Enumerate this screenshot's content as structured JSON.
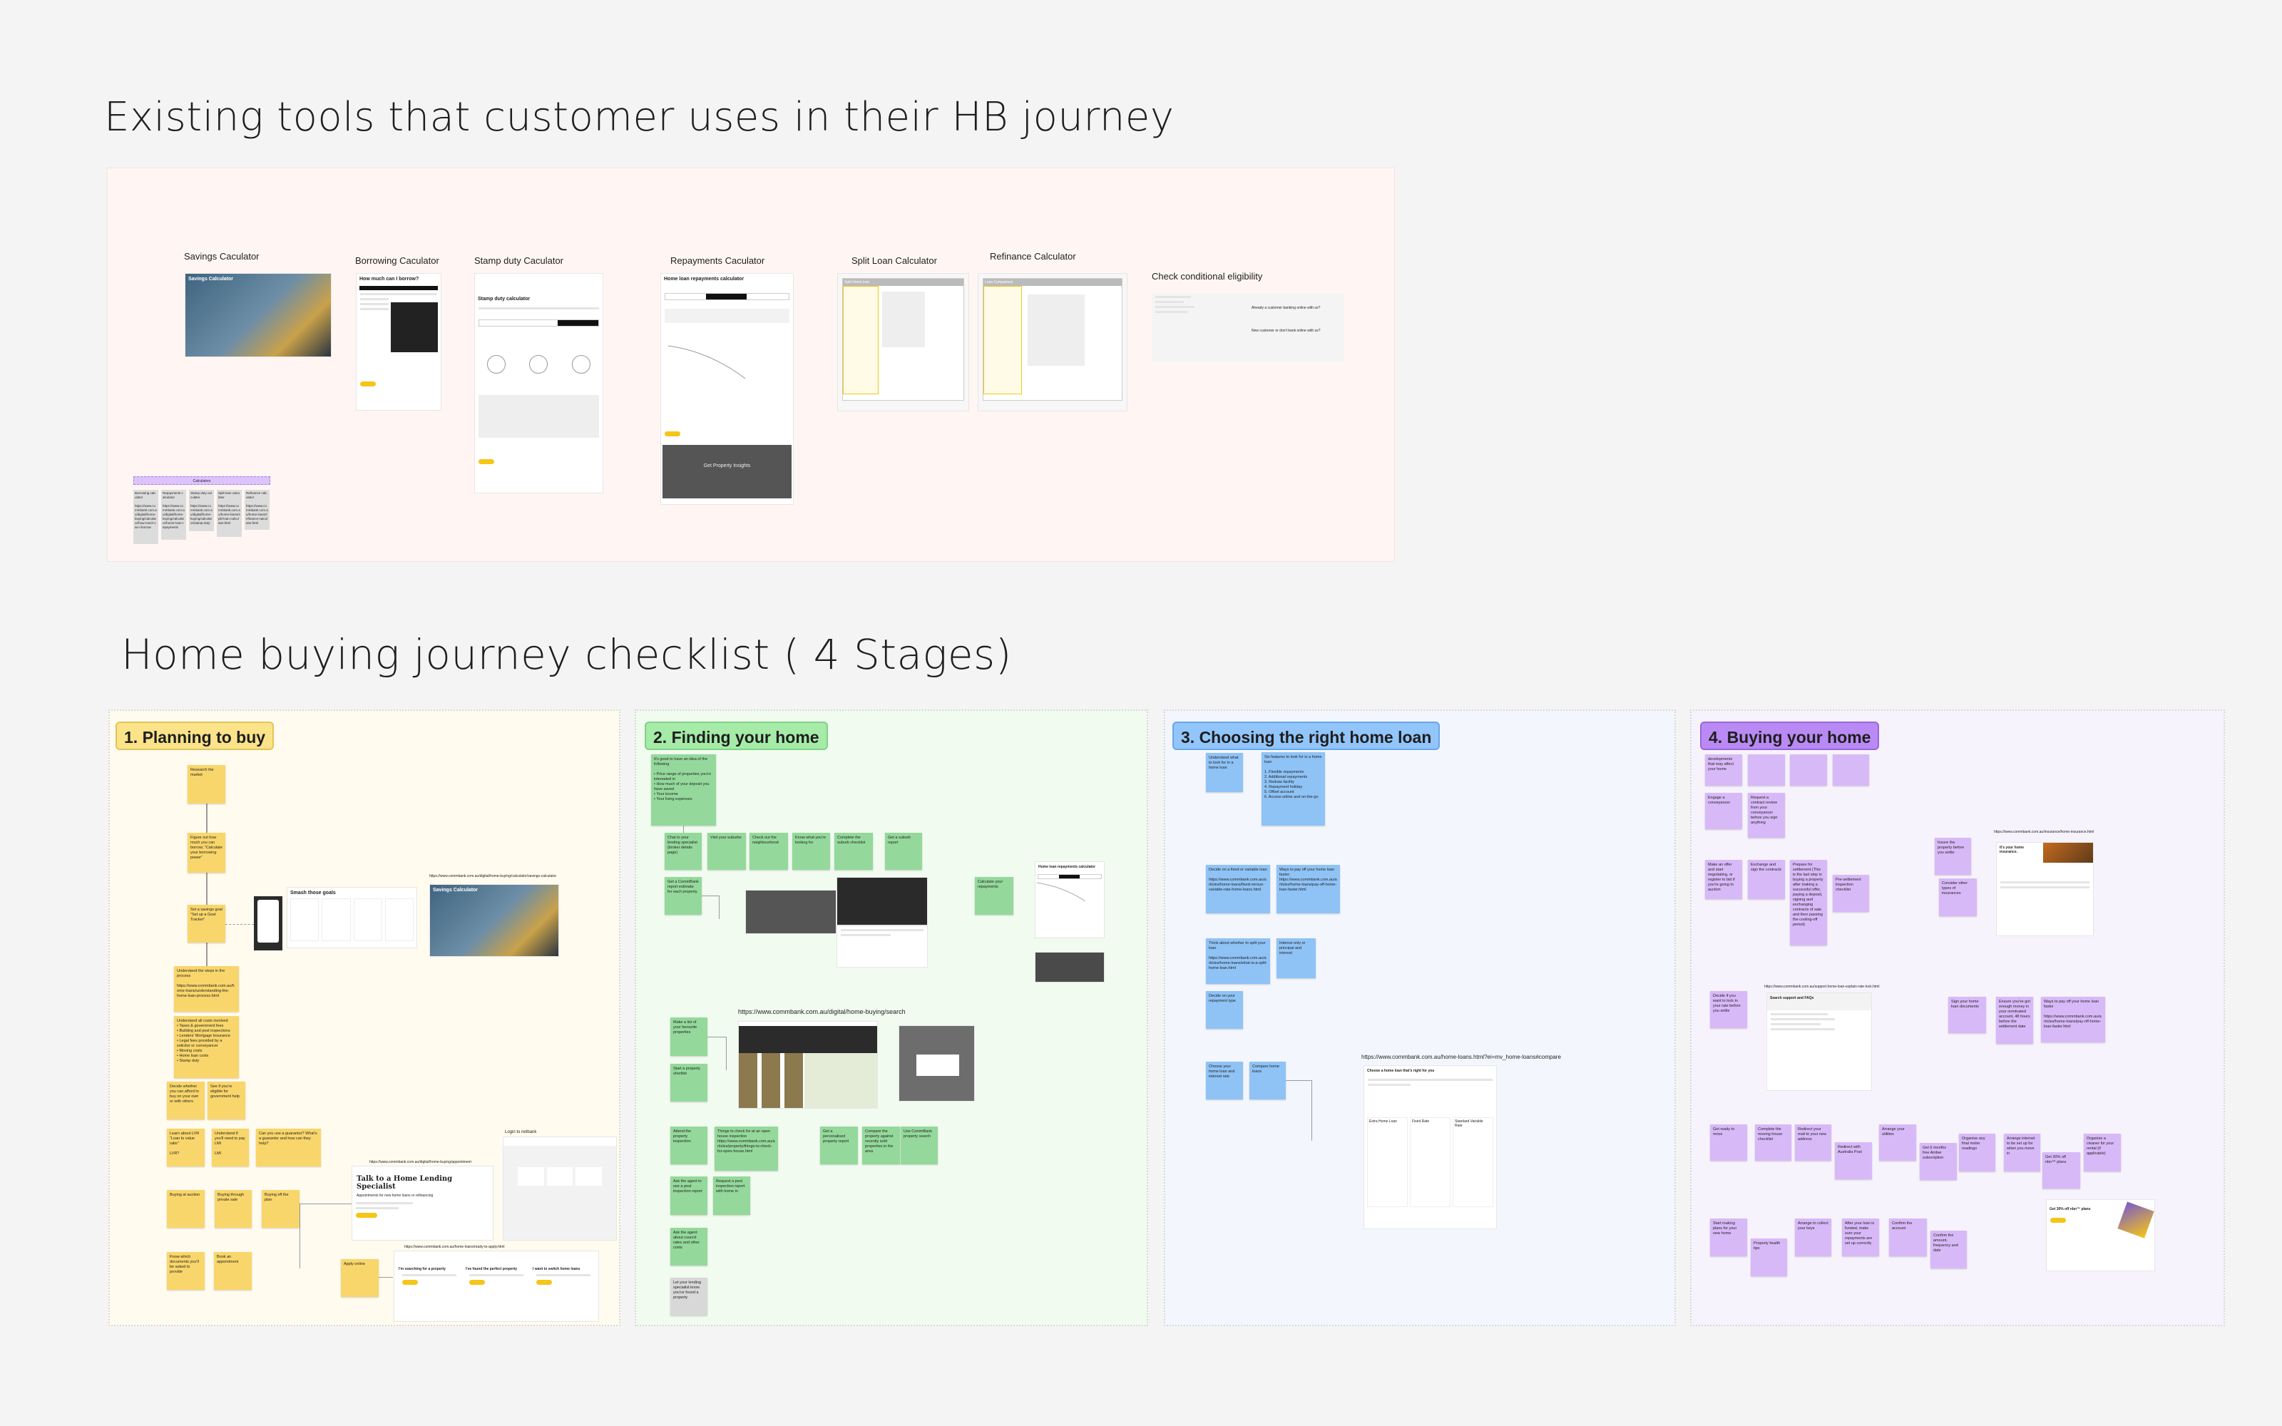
{
  "sections": {
    "tools_title": "Existing tools that customer uses in their HB journey",
    "journey_title": "Home buying journey checklist ( 4 Stages)"
  },
  "tools": [
    {
      "label": "Savings Caculator",
      "screen_title": "Savings Calculator"
    },
    {
      "label": "Borrowing Caculator",
      "screen_title": "How much can I borrow?"
    },
    {
      "label": "Stamp duty Caculator",
      "screen_title": "Stamp duty calculator"
    },
    {
      "label": "Repayments Caculator",
      "screen_title": "Home loan repayments calculator",
      "banner": "Get Property Insights"
    },
    {
      "label": "Split Loan Calculator",
      "screen_title": "Split Home loan"
    },
    {
      "label": "Refinance Calculator",
      "screen_title": "Loan Comparison"
    },
    {
      "label": "Check conditional eligibility",
      "q1": "Already a customer banking online with us?",
      "q2": "New customer or don't bank online with us?"
    }
  ],
  "calculators_note": {
    "header": "Calculators",
    "columns": [
      "Borrowing calculator\n\nhttps://www.commbank.com.au/digital/home-buying/calculator/how-much-can-i-borrow",
      "Repayments calculator\n\nhttps://www.commbank.com.au/digital/home-buying/calculator/home-loan-repayments",
      "Stamp duty calculator\n\nhttps://www.commbank.com.au/digital/home-buying/calculator/stamp-duty",
      "Split loan calculator\n\nhttps://www.commbank.com.au/home-loans/split-loan-calculator.html",
      "Refinance calculator\n\nhttps://www.commbank.com.au/home-loans/refinance-calculator.html"
    ]
  },
  "stages": [
    {
      "label": "1. Planning to buy",
      "color": "#fbe38a"
    },
    {
      "label": "2. Finding your home",
      "color": "#a6eba8"
    },
    {
      "label": "3. Choosing the right home loan",
      "color": "#92c5fa"
    },
    {
      "label": "4. Buying your home",
      "color": "#b98af3"
    }
  ],
  "stickies": {
    "stage1": [
      "Research the market",
      "Figure out how much you can borrow; \"Calculate your borrowing power\"",
      "Set a savings goal \"Set up a Goal Tracker\"",
      "Understand the steps in the process\n\nhttps://www.commbank.com.au/home-loans/understanding-the-home-loan-process.html",
      "Understand all costs involved\n• Taxes & government fees\n• Building and pest inspections\n• Lenders' Mortgage Insurance\n• Legal fees provided by a solicitor or conveyancer\n• Moving costs\n• Home loan costs\n• Stamp duty",
      "Decide whether you can afford to buy on your own or with others",
      "See if you're eligible for government help",
      "Learn about LVR \"Loan to value ratio\"\n\nLVR?",
      "Understand if you'll need to pay LMI\n\nLMI",
      "Can you use a guarantor? What's a guarantor and how can they help?",
      "Buying at auction",
      "Buying through private sale",
      "Buying off the plan",
      "Know which documents you'll be asked to provide",
      "Book an appointment",
      "Apply online"
    ],
    "stage2": [
      "It's good to have an idea of the following\n\n• Price range of properties you're interested in\n• How much of your deposit you have saved\n• Your income\n• Your living expenses",
      "Chat to your lending specialist (broker details page)",
      "Visit your suburbs",
      "Check out the neighbourhood",
      "Know what you're looking for",
      "Complete the suburb checklist",
      "Get a suburb report",
      "Get a CommBank report estimate for each property",
      "Calculate your repayments",
      "Make a list of your favourite properties",
      "Start a property shortlist",
      "Attend the property inspection",
      "Things to check for at an open house inspection https://www.commbank.com.au/articles/property/things-to-check-for-open-house.html",
      "Get a personalised property report",
      "Compare the property against recently sold properties in the area",
      "Use CommBank property search",
      "Ask the agent to see a pest inspection report",
      "Request a pest inspection report with home in",
      "Ask the agent about council rates and other costs",
      "Let your lending specialist know you've found a property"
    ],
    "stage3": [
      "Understand what to look for in a home loan",
      "Six features to look for in a home loan\n\n1. Flexible repayments\n2. Additional repayments\n3. Redraw facility\n4. Repayment holiday\n5. Offset account\n6. Access online and on-the-go",
      "Decide on a fixed or variable loan\n\nhttps://www.commbank.com.au/articles/home-loans/fixed-versus-variable-rate-home-loans.html",
      "Ways to pay off your home loan faster:\nhttps://www.commbank.com.au/articles/home-loans/pay-off-home-loan-faster.html",
      "Think about whether to split your loan\n\nhttps://www.commbank.com.au/articles/home-loans/what-is-a-split-home-loan.html",
      "Interest only or principal and interest",
      "Decide on your repayment type",
      "Choose your home loan and interest rate",
      "Compare home loans"
    ],
    "stage4": [
      "developments that may affect your home",
      "",
      "",
      "",
      "Engage a conveyancer",
      "Request a contract review from your conveyancer before you sign anything",
      "Make an offer and start negotiating, or register to bid if you're going to auction",
      "Exchange and sign the contracts",
      "Prepare for settlement (This is the last step in buying a property after making a successful offer, paying a deposit, signing and exchanging contracts of sale and then passing the cooling-off period)",
      "Pre-settlement inspection checklist",
      "Insure the property before you settle",
      "Consider other types of insurances",
      "Decide if you want to lock in your rate before you settle",
      "Sign your home loan documents",
      "Ensure you've got enough money in your nominated account, 48 hours before the settlement date",
      "Ways to pay off your home loan faster\n\nhttps://www.commbank.com.au/articles/home-loans/pay-off-home-loan-faster.html",
      "Get ready to move",
      "Complete the moving house checklist",
      "Redirect your mail to your new address",
      "Redirect with Australia Post",
      "Arrange your utilities",
      "Get 6 months free Amber subscription",
      "Organise any final meter readings",
      "Arrange internet to be set up for when you move in",
      "Get 30% off nbn™ plans",
      "Organise a cleaner for your rental (if applicable)",
      "Start making plans for your new home",
      "Property health tips",
      "Arrange to collect your keys",
      "After your loan is funded, make sure your repayments are set up correctly",
      "Confirm the account",
      "Confirm the amount, frequency and date"
    ]
  },
  "screens": {
    "stage1": {
      "goals_title": "Smash those goals",
      "savings_url": "https://www.commbank.com.au/digital/home-buying/calculator/savings-calculator",
      "savings_title": "Savings Calculator",
      "specialist_url": "https://www.commbank.com.au/digital/home-buying/appointment",
      "specialist_title": "Talk to a Home Lending Specialist",
      "specialist_sub": "Appointments for new home loans or refinancing",
      "netbank_title": "Login to netbank",
      "apply_url": "https://www.commbank.com.au/home-loans/ready-to-apply.html",
      "apply_options": [
        "I'm searching for a property",
        "I've found the perfect property",
        "I want to switch home loans"
      ]
    },
    "stage2": {
      "search_url": "https://www.commbank.com.au/digital/home-buying/search",
      "repay_title": "Home loan repayments calculator"
    },
    "stage3": {
      "compare_url": "https://www.commbank.com.au/home-loans.html?ei=mv_home-loans#compare",
      "compare_title": "Choose a home loan that's right for you",
      "products": [
        "Extra Home Loan",
        "Fixed Rate",
        "Standard Variable Rate"
      ]
    },
    "stage4": {
      "insurance_url": "https://www.commbank.com.au/insurance/home-insurance.html",
      "insurance_title": "It's your home insurance.",
      "ratelock_url": "https://www.commbank.com.au/support.home-loan-explain-rate-lock.html",
      "ratelock_title": "Search support and FAQs",
      "promo_title": "Get 30% off nbn™ plans"
    }
  },
  "colors": {
    "yellow_sticky": "#f9d66b",
    "green_sticky": "#94d99b",
    "blue_sticky": "#8fc3f6",
    "purple_sticky": "#d8b9f8",
    "brand_yellow": "#f5c518"
  }
}
